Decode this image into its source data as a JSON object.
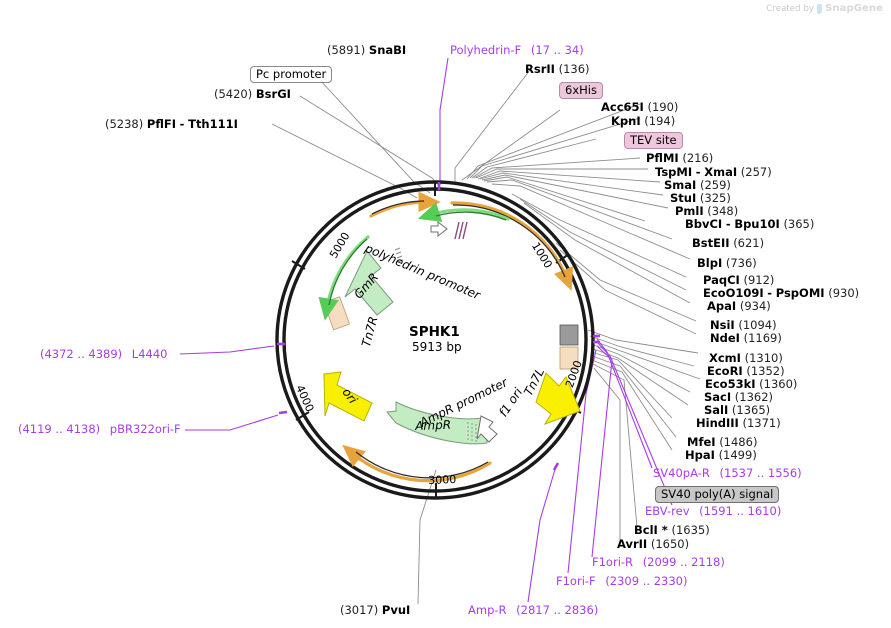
{
  "credit": {
    "prefix": "Created by",
    "brand": "SnapGene",
    "mark_icon": "snapgene-logo-icon"
  },
  "plasmid": {
    "name": "SPHK1",
    "size": "5913 bp",
    "ticks": [
      "1000",
      "2000",
      "3000",
      "4000",
      "5000"
    ]
  },
  "features": [
    {
      "label": "polyhedrin promoter",
      "kind": "promoter"
    },
    {
      "label": "GmR",
      "kind": "cds-green"
    },
    {
      "label": "Tn7R",
      "kind": "box-tan"
    },
    {
      "label": "ori",
      "kind": "cds-yellow"
    },
    {
      "label": "AmpR promoter",
      "kind": "promoter"
    },
    {
      "label": "AmpR",
      "kind": "cds-green"
    },
    {
      "label": "f1 ori",
      "kind": "cds-yellow"
    },
    {
      "label": "Tn7L",
      "kind": "box-tan"
    }
  ],
  "tags": [
    {
      "id": "pc-promoter",
      "text": "Pc promoter",
      "style": "plain"
    },
    {
      "id": "6xhis",
      "text": "6xHis",
      "style": "pink"
    },
    {
      "id": "tev-site",
      "text": "TEV site",
      "style": "pink"
    },
    {
      "id": "sv40-polya",
      "text": "SV40 poly(A) signal",
      "style": "grey"
    }
  ],
  "left_labels": [
    {
      "pos": "(5891)",
      "enz": "SnaBI"
    },
    {
      "pos": "(5420)",
      "enz": "BsrGI"
    },
    {
      "pos": "(5238)",
      "enz": "PflFI",
      "enz2": "Tth111I",
      "dash": "-"
    },
    {
      "pos": "(3017)",
      "enz": "PvuI"
    }
  ],
  "right_labels": [
    {
      "enz": "RsrII",
      "pos": "(136)"
    },
    {
      "enz": "Acc65I",
      "pos": "(190)"
    },
    {
      "enz": "KpnI",
      "pos": "(194)"
    },
    {
      "enz": "PflMI",
      "pos": "(216)"
    },
    {
      "enz": "TspMI",
      "dash": "-",
      "enz2": "XmaI",
      "pos": "(257)"
    },
    {
      "enz": "SmaI",
      "pos": "(259)"
    },
    {
      "enz": "StuI",
      "pos": "(325)"
    },
    {
      "enz": "PmlI",
      "pos": "(348)"
    },
    {
      "enz": "BbvCI",
      "dash": "-",
      "enz2": "Bpu10I",
      "pos": "(365)"
    },
    {
      "enz": "BstEII",
      "pos": "(621)"
    },
    {
      "enz": "BlpI",
      "pos": "(736)"
    },
    {
      "enz": "PaqCI",
      "pos": "(912)"
    },
    {
      "enz": "EcoO109I",
      "dash": "-",
      "enz2": "PspOMI",
      "pos": "(930)"
    },
    {
      "enz": "ApaI",
      "pos": "(934)"
    },
    {
      "enz": "NsiI",
      "pos": "(1094)"
    },
    {
      "enz": "NdeI",
      "pos": "(1169)"
    },
    {
      "enz": "XcmI",
      "pos": "(1310)"
    },
    {
      "enz": "EcoRI",
      "pos": "(1352)"
    },
    {
      "enz": "Eco53kI",
      "pos": "(1360)"
    },
    {
      "enz": "SacI",
      "pos": "(1362)"
    },
    {
      "enz": "SalI",
      "pos": "(1365)"
    },
    {
      "enz": "HindIII",
      "pos": "(1371)"
    },
    {
      "enz": "MfeI",
      "pos": "(1486)"
    },
    {
      "enz": "HpaI",
      "pos": "(1499)"
    },
    {
      "enz": "BclI *",
      "pos": "(1635)"
    },
    {
      "enz": "AvrII",
      "pos": "(1650)"
    }
  ],
  "primers": [
    {
      "name": "Polyhedrin-F",
      "range": "(17 .. 34)"
    },
    {
      "name": "SV40pA-R",
      "range": "(1537 .. 1556)"
    },
    {
      "name": "EBV-rev",
      "range": "(1591 .. 1610)"
    },
    {
      "name": "F1ori-R",
      "range": "(2099 .. 2118)"
    },
    {
      "name": "F1ori-F",
      "range": "(2309 .. 2330)"
    },
    {
      "name": "Amp-R",
      "range": "(2817 .. 2836)"
    },
    {
      "name": "pBR322ori-F",
      "range": "(4119 .. 4138)"
    },
    {
      "name": "L4440",
      "range": "(4372 .. 4389)"
    }
  ],
  "colors": {
    "primer": "#a63de8",
    "leader": "#888888",
    "backbone": "#1a1a1a",
    "cds_green": "#c3ecc3",
    "cds_yellow": "#f8f000",
    "box_tan": "#f7ddc0",
    "box_grey": "#9a9a9a",
    "arrow_orange": "#e8a33d",
    "arrow_green": "#55cc55",
    "tag_pink": "#edc8dd",
    "tag_grey": "#c7c7c7"
  }
}
